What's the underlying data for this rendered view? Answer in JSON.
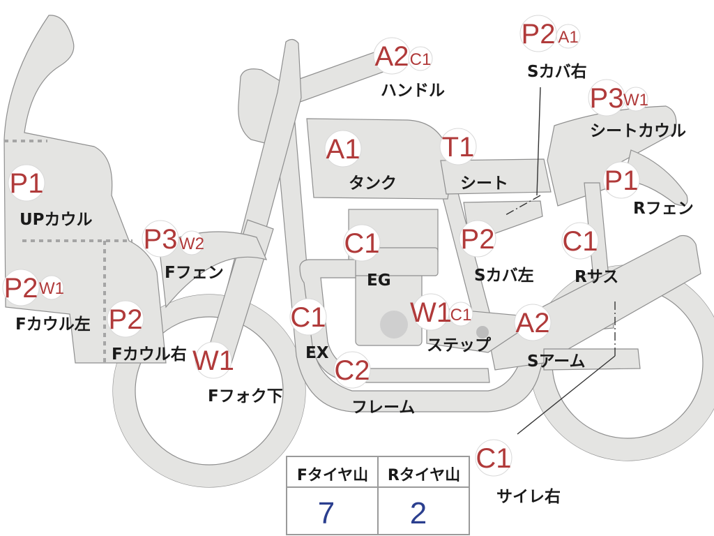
{
  "colors": {
    "part_fill": "#e4e4e2",
    "outline": "#8e8e8e",
    "code_red": "#b03a3a",
    "value_blue": "#2b3f8f"
  },
  "parts": [
    {
      "id": "upcowl",
      "label": "UPカウル",
      "codes": [
        "P1"
      ]
    },
    {
      "id": "fcowl-left",
      "label": "Fカウル左",
      "codes": [
        "P2",
        "W1"
      ]
    },
    {
      "id": "fcowl-right",
      "label": "Fカウル右",
      "codes": [
        "P2"
      ]
    },
    {
      "id": "ffender",
      "label": "Fフェン",
      "codes": [
        "P3",
        "W2"
      ]
    },
    {
      "id": "ffork-lower",
      "label": "Fフォク下",
      "codes": [
        "W1"
      ]
    },
    {
      "id": "handle",
      "label": "ハンドル",
      "codes": [
        "A2",
        "C1"
      ]
    },
    {
      "id": "tank",
      "label": "タンク",
      "codes": [
        "A1"
      ]
    },
    {
      "id": "seat",
      "label": "シート",
      "codes": [
        "T1"
      ]
    },
    {
      "id": "scover-right",
      "label": "Sカバ右",
      "codes": [
        "P2",
        "A1"
      ]
    },
    {
      "id": "seatcowl",
      "label": "シートカウル",
      "codes": [
        "P3",
        "W1"
      ]
    },
    {
      "id": "rfender",
      "label": "Rフェン",
      "codes": [
        "P1"
      ]
    },
    {
      "id": "engine",
      "label": "EG",
      "codes": [
        "C1"
      ]
    },
    {
      "id": "scover-left",
      "label": "Sカバ左",
      "codes": [
        "P2"
      ]
    },
    {
      "id": "rsus",
      "label": "Rサス",
      "codes": [
        "C1"
      ]
    },
    {
      "id": "exhaust",
      "label": "EX",
      "codes": [
        "C1"
      ]
    },
    {
      "id": "step",
      "label": "ステップ",
      "codes": [
        "W1",
        "C1"
      ]
    },
    {
      "id": "swingarm",
      "label": "Sアーム",
      "codes": [
        "A2"
      ]
    },
    {
      "id": "frame",
      "label": "フレーム",
      "codes": [
        "C2"
      ]
    },
    {
      "id": "silencer-right",
      "label": "サイレ右",
      "codes": [
        "C1"
      ]
    }
  ],
  "tire_table": {
    "columns": [
      {
        "header": "Fタイヤ山",
        "value": "7"
      },
      {
        "header": "Rタイヤ山",
        "value": "2"
      }
    ]
  }
}
